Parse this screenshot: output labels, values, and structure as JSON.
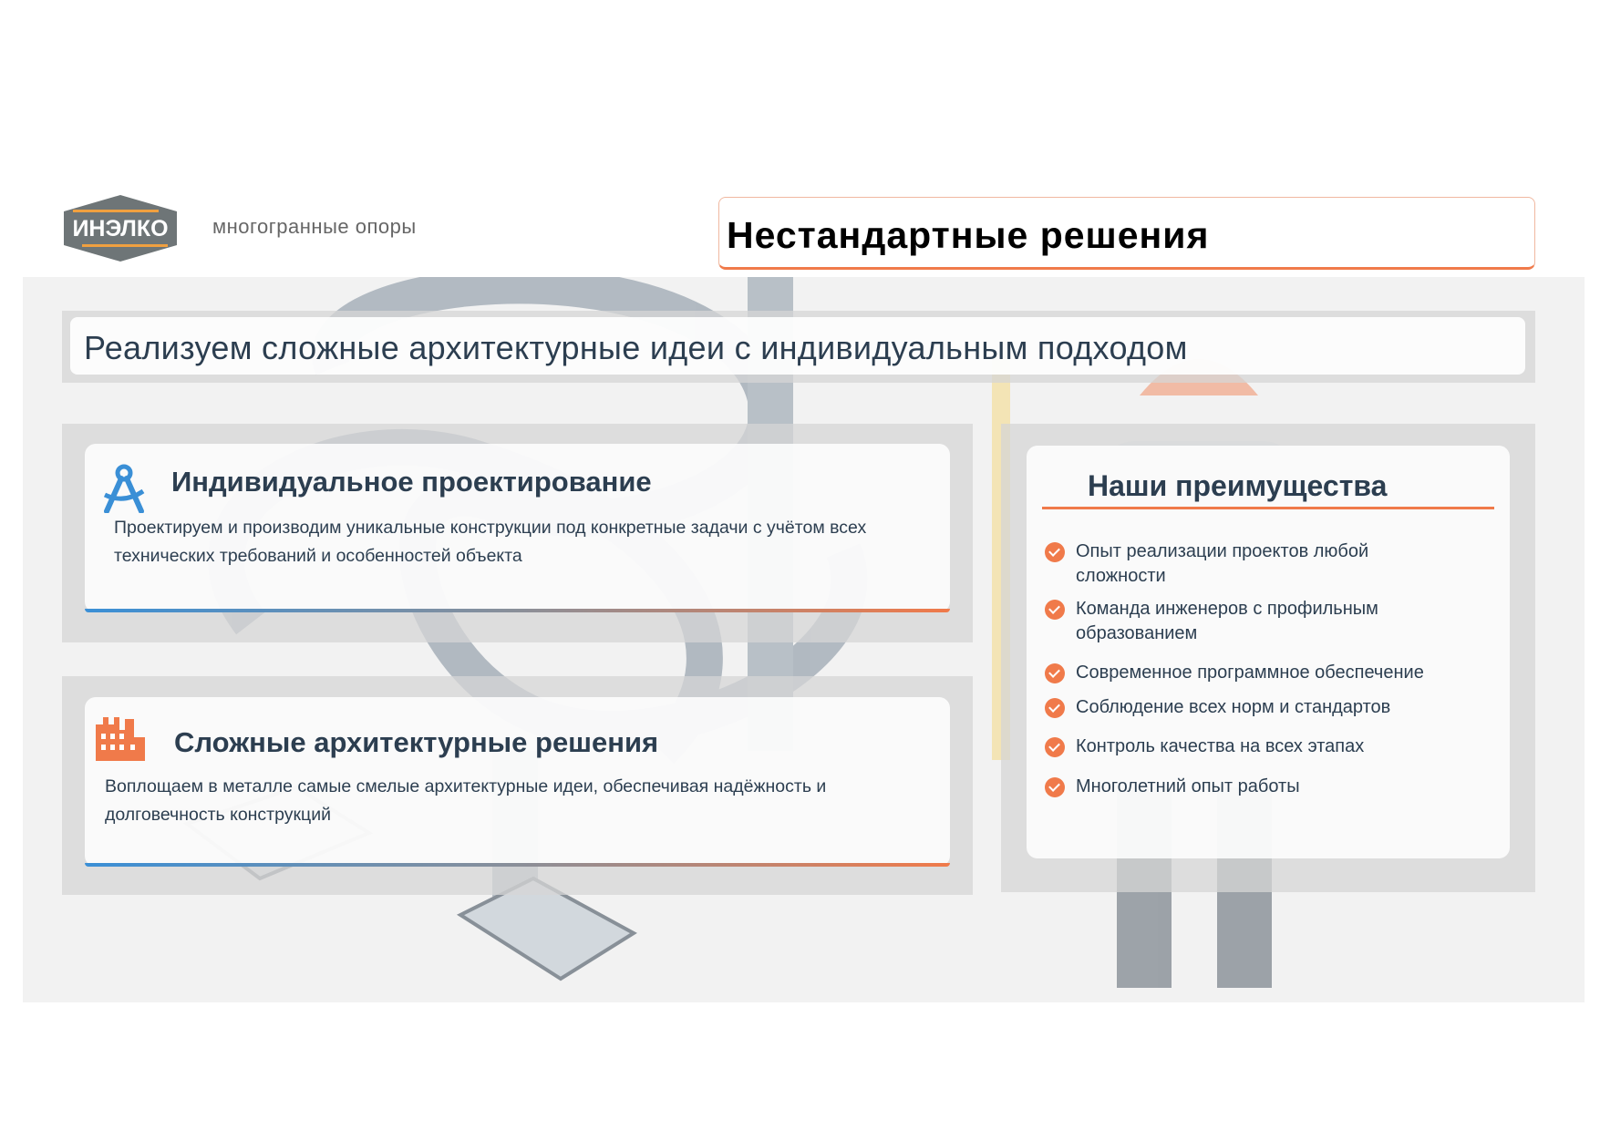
{
  "header": {
    "logo_text": "ИНЭЛКО",
    "tagline": "многогранные опоры",
    "title": "Нестандартные решения"
  },
  "subtitle": "Реализуем сложные архитектурные идеи с индивидуальным подходом",
  "cards": [
    {
      "icon": "drafting-compass-icon",
      "title": "Индивидуальное проектирование",
      "text": "Проектируем и производим уникальные конструкции под конкретные задачи с учётом всех технических требований и особенностей объекта"
    },
    {
      "icon": "industry-building-icon",
      "title": "Сложные архитектурные решения",
      "text": "Воплощаем в металле самые смелые архитектурные идеи, обеспечивая надёжность и долговечность конструкций"
    }
  ],
  "advantages": {
    "title": "Наши преимущества",
    "items": [
      "Опыт реализации проектов любой сложности",
      "Команда инженеров с профильным образованием",
      "Современное программное обеспечение",
      "Соблюдение всех норм и стандартов",
      "Контроль качества на всех этапах",
      "Многолетний опыт работы"
    ]
  },
  "colors": {
    "accent": "#f07a4a",
    "blue": "#3a8fd6",
    "text": "#2c3e50",
    "logo_gray": "#6e7577"
  }
}
